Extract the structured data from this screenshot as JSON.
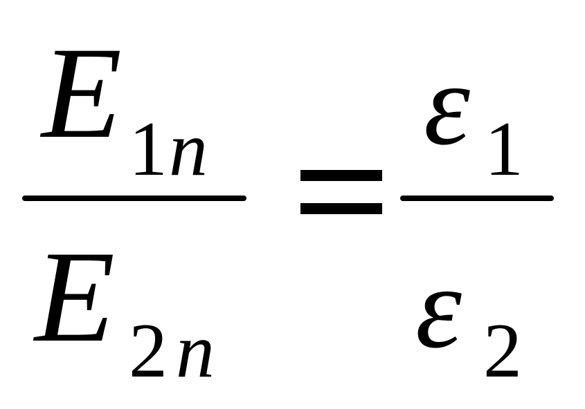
{
  "formula": {
    "left": {
      "numerator": {
        "symbol": "E",
        "sub_digit": "1",
        "sub_var": "n"
      },
      "denominator": {
        "symbol": "E",
        "sub_digit": "2",
        "sub_var": "n"
      }
    },
    "right": {
      "numerator": {
        "symbol": "ε",
        "sub_digit": "1"
      },
      "denominator": {
        "symbol": "ε",
        "sub_digit": "2"
      }
    }
  }
}
